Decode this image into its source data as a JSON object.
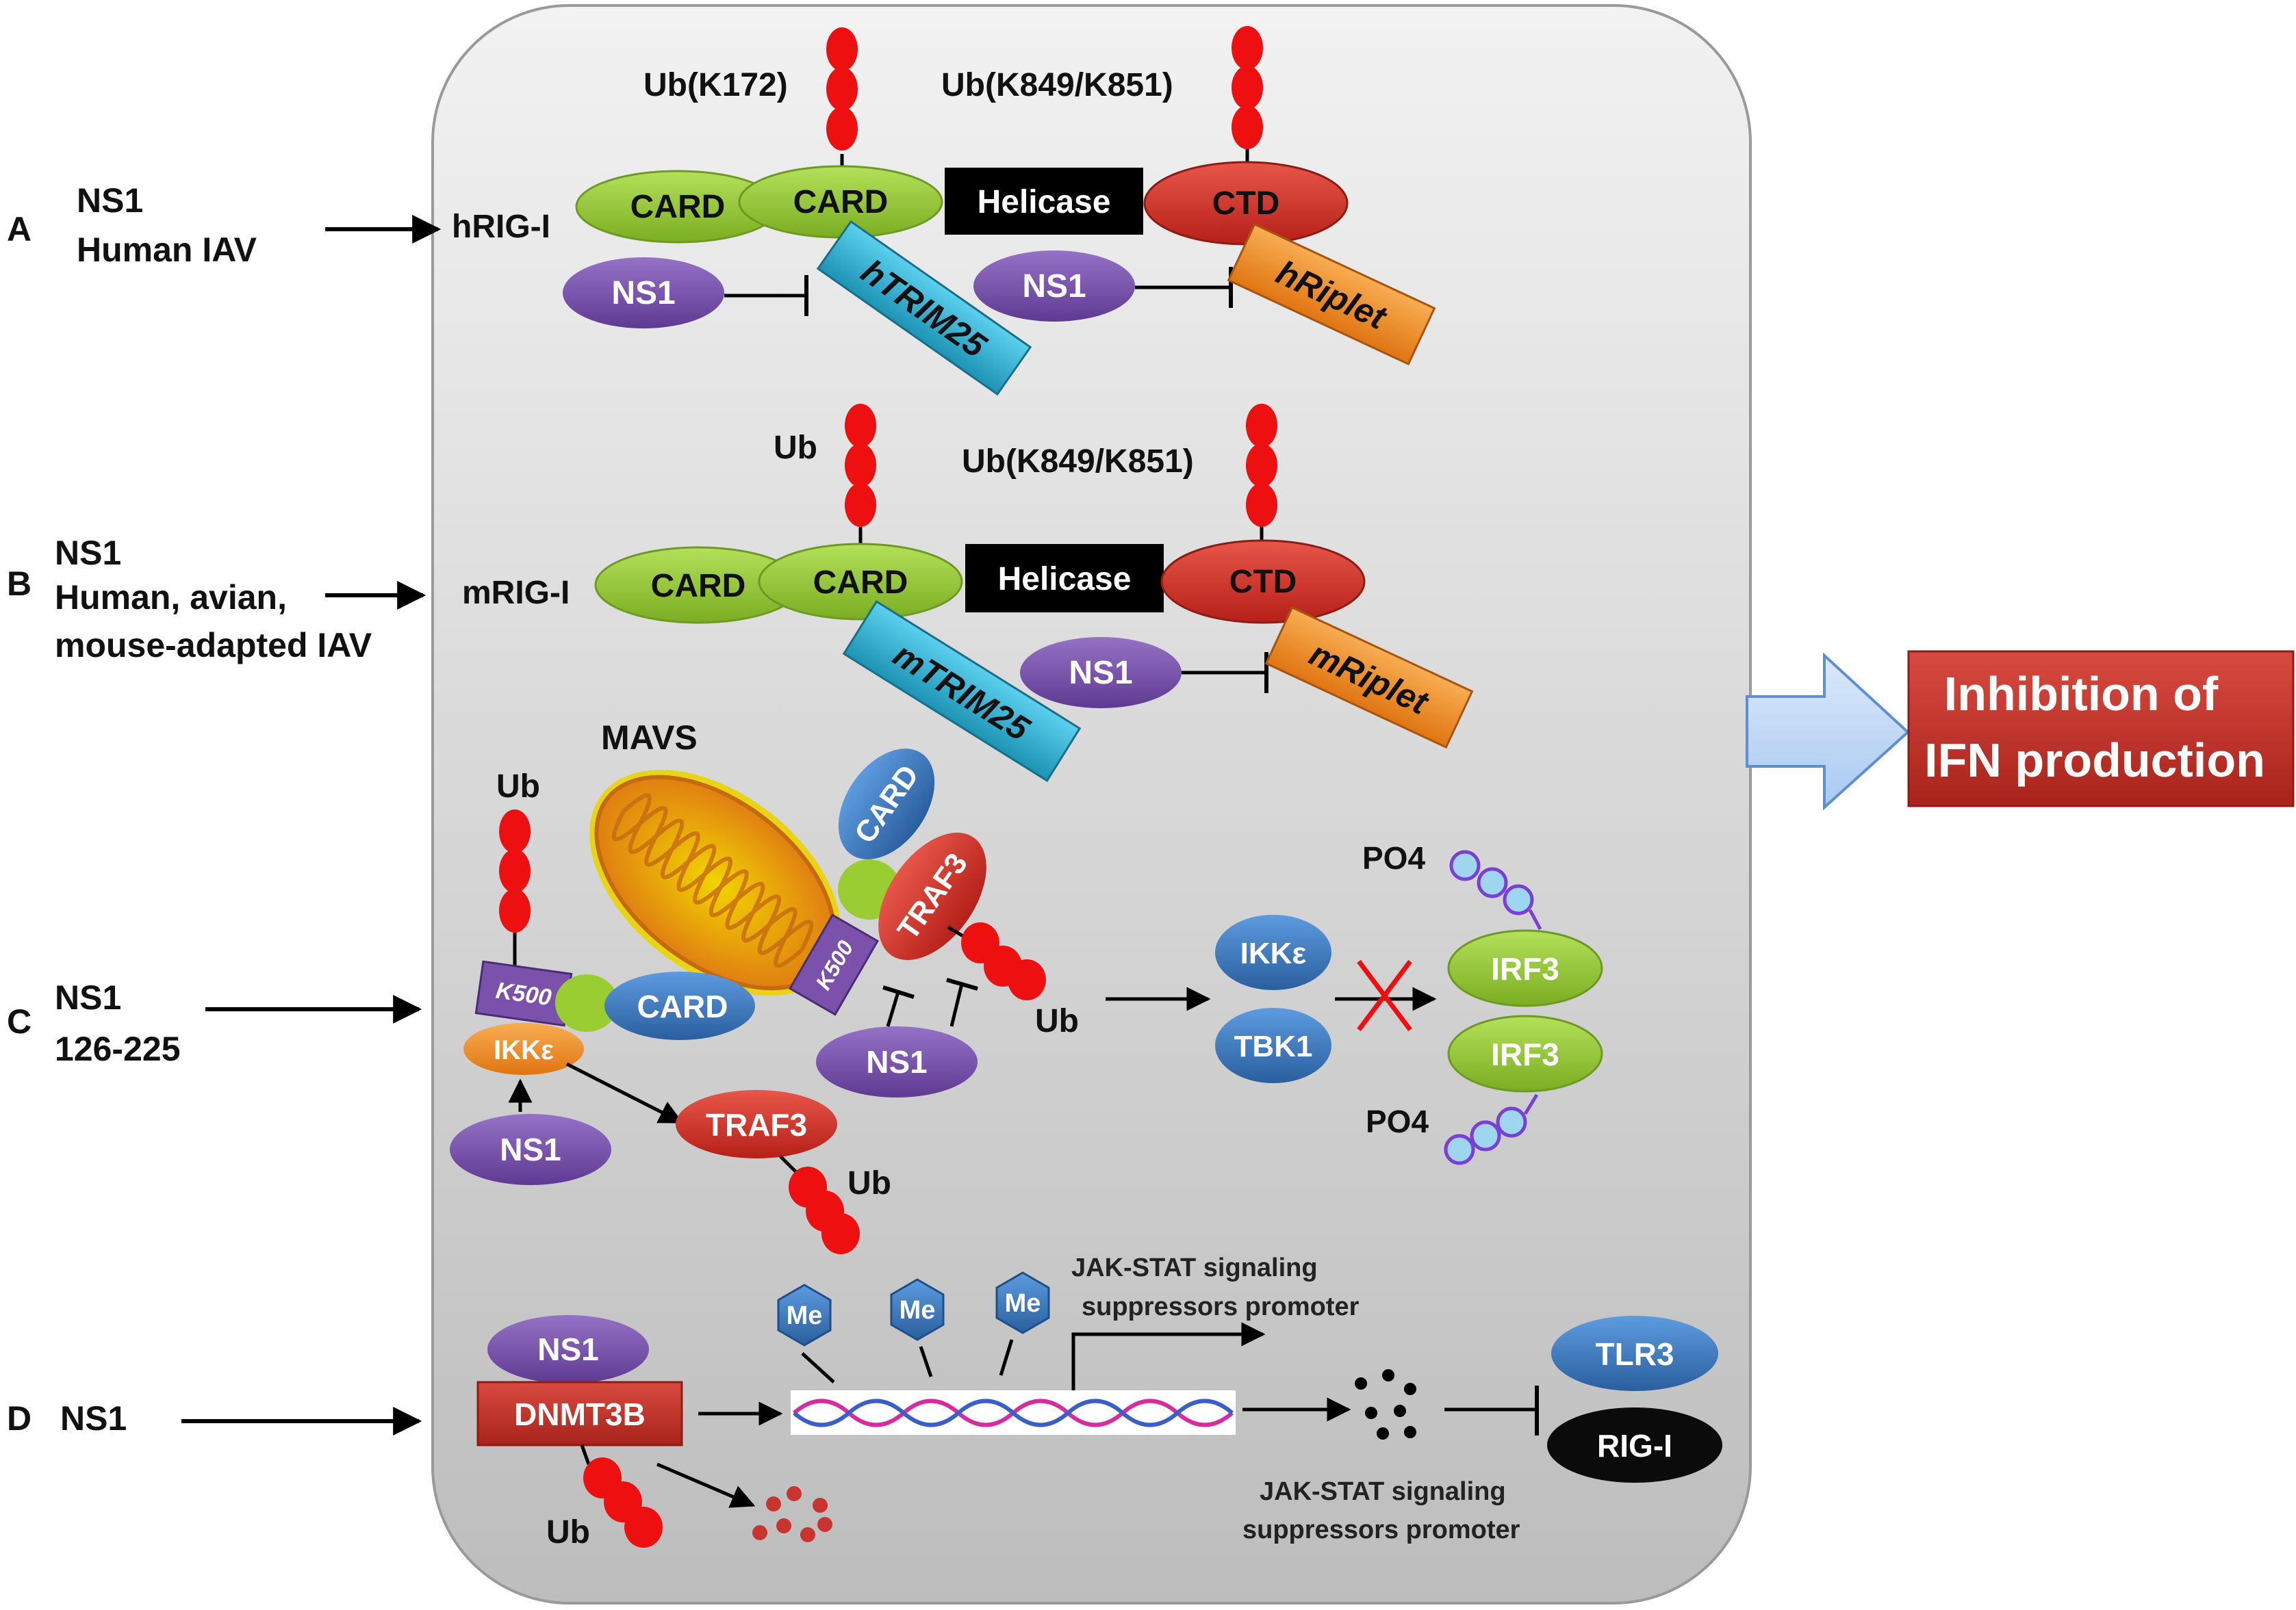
{
  "panels": {
    "a": {
      "letter": "A",
      "line1": "NS1",
      "line2": "Human IAV",
      "receptor": "hRIG-I",
      "card1": "CARD",
      "card2": "CARD",
      "helicase": "Helicase",
      "ctd": "CTD",
      "ub_left": "Ub(K172)",
      "ub_right": "Ub(K849/K851)",
      "ns1_left": "NS1",
      "ns1_right": "NS1",
      "trim": "hTRIM25",
      "riplet": "hRiplet"
    },
    "b": {
      "letter": "B",
      "line1": "NS1",
      "line2": "Human, avian,",
      "line3": "mouse-adapted IAV",
      "receptor": "mRIG-I",
      "card1": "CARD",
      "card2": "CARD",
      "helicase": "Helicase",
      "ctd": "CTD",
      "ub_left": "Ub",
      "ub_right": "Ub(K849/K851)",
      "ns1": "NS1",
      "trim": "mTRIM25",
      "riplet": "mRiplet"
    },
    "c": {
      "letter": "C",
      "line1": "NS1",
      "line2": "126-225",
      "mavs": "MAVS",
      "ub_top": "Ub",
      "k500_left": "K500",
      "card_left": "CARD",
      "ikke_left": "IKKε",
      "ns1_bottom": "NS1",
      "traf3_bottom": "TRAF3",
      "ub_bottom": "Ub",
      "card_mavs": "CARD",
      "k500_mavs": "K500",
      "traf3_mavs": "TRAF3",
      "ns1_mid": "NS1",
      "ub_mid": "Ub",
      "ikke": "IKKε",
      "tbk1": "TBK1",
      "irf3_top": "IRF3",
      "irf3_bottom": "IRF3",
      "po4_top": "PO4",
      "po4_bottom": "PO4"
    },
    "d": {
      "letter": "D",
      "line1": "NS1",
      "ns1": "NS1",
      "dnmt3b": "DNMT3B",
      "ub": "Ub",
      "me1": "Me",
      "me2": "Me",
      "me3": "Me",
      "promoter_top_1": "JAK-STAT signaling",
      "promoter_top_2": "suppressors promoter",
      "promoter_bottom_1": "JAK-STAT signaling",
      "promoter_bottom_2": "suppressors promoter",
      "tlr3": "TLR3",
      "rigi": "RIG-I"
    }
  },
  "outcome": {
    "line1": "Inhibition of",
    "line2": "IFN production"
  },
  "colors": {
    "card": "#9acd32",
    "helicase": "#000000",
    "ctd": "#d9302b",
    "ns1": "#7b52ab",
    "trim": "#2fb4d6",
    "riplet": "#f28c1e",
    "ubiquitin": "#ee1010",
    "blue": "#3a7cc6",
    "irf3": "#8cc63f",
    "dnmt3b": "#c8352f",
    "outcome": "#c0302b"
  }
}
